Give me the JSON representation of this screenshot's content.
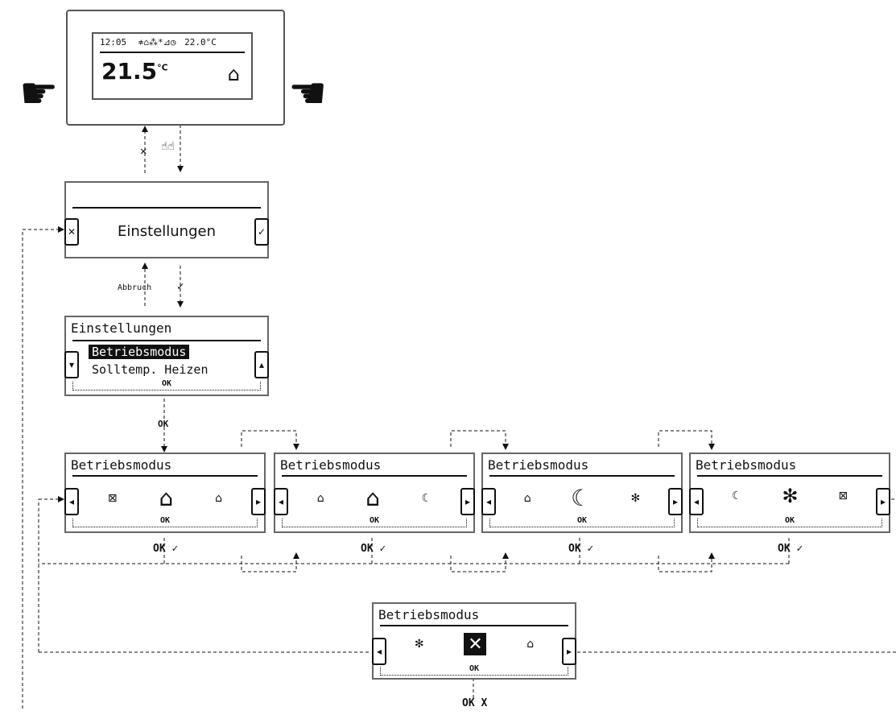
{
  "device": {
    "time": "12:05",
    "status_icons": "≉⌂⁂*⊿◷",
    "setpoint": "22.0°C",
    "temperature": "21.5",
    "temp_unit": "°C"
  },
  "arrows": {
    "cancel_symbol": "✕",
    "touch_symbol": "☝☝",
    "abbruch": "Abbruch",
    "check": "✓",
    "ok": "OK",
    "ok_check": "OK ✓",
    "ok_x": "OK X"
  },
  "screen1": {
    "title": "Einstellungen",
    "left_button": "✕",
    "right_button": "✓"
  },
  "screen2": {
    "header": "Einstellungen",
    "items": [
      "Betriebsmodus",
      "Solltemp. Heizen"
    ],
    "ok": "OK"
  },
  "mode_screens": [
    {
      "title": "Betriebsmodus",
      "left_icon": "off-icon",
      "center_icon": "comfort-home-icon",
      "right_icon": "away-home-icon",
      "ok": "OK",
      "below": "OK ✓"
    },
    {
      "title": "Betriebsmodus",
      "left_icon": "home-icon",
      "center_icon": "presence-home-icon",
      "right_icon": "night-icon",
      "ok": "OK",
      "below": "OK ✓"
    },
    {
      "title": "Betriebsmodus",
      "left_icon": "away-home-icon",
      "center_icon": "moon-icon",
      "right_icon": "frost-icon",
      "ok": "OK",
      "below": "OK ✓"
    },
    {
      "title": "Betriebsmodus",
      "left_icon": "night-icon",
      "center_icon": "frost-protection-icon",
      "right_icon": "off-icon",
      "ok": "OK",
      "below": "OK ✓"
    }
  ],
  "off_screen": {
    "title": "Betriebsmodus",
    "left_icon": "frost-icon",
    "center_icon": "off-selected-icon",
    "right_icon": "home-icon",
    "ok": "OK",
    "below": "OK X"
  }
}
